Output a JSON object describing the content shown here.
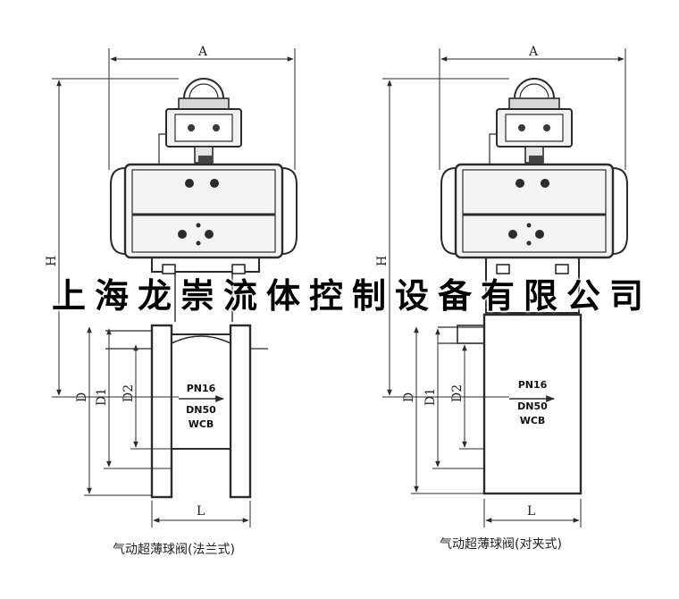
{
  "watermark": "上海龙崇流体控制设备有限公司",
  "colors": {
    "line": "#2b2b2b",
    "body": "#3a3a3a",
    "actuator_fill": "#f4f4f4"
  },
  "left_drawing": {
    "dim_A": "A",
    "dim_H": "H",
    "dim_D": "D",
    "dim_D1": "D1",
    "dim_D2": "D2",
    "dim_L": "L",
    "plate": {
      "pressure": "PN16",
      "size": "DN50",
      "material": "WCB"
    },
    "caption": "气动超薄球阀(法兰式)"
  },
  "right_drawing": {
    "dim_A": "A",
    "dim_H": "H",
    "dim_D": "D",
    "dim_D1": "D1",
    "dim_D2": "D2",
    "dim_L": "L",
    "plate": {
      "pressure": "PN16",
      "size": "DN50",
      "material": "WCB"
    },
    "caption": "气动超薄球阀(对夹式)"
  }
}
